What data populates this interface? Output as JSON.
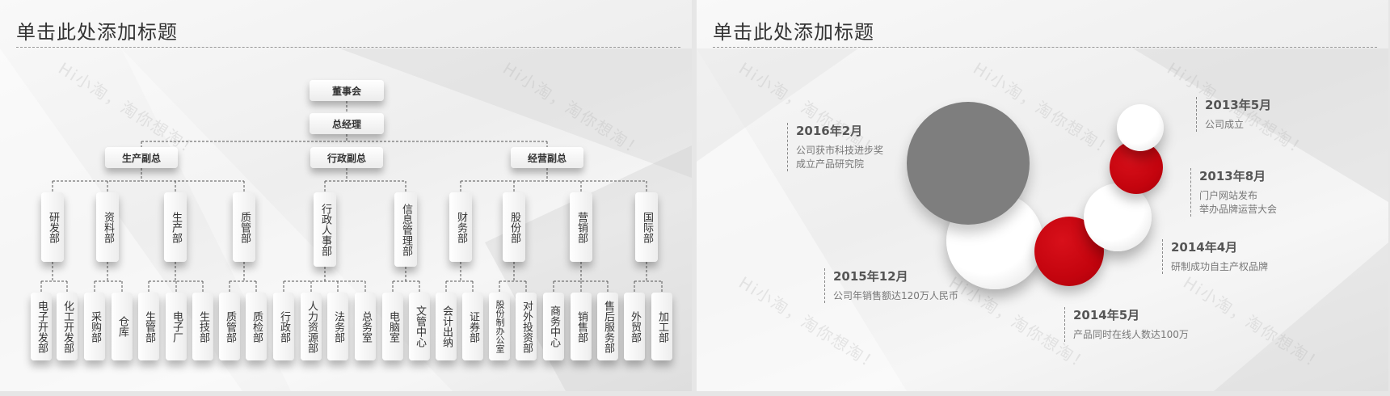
{
  "left": {
    "title": "单击此处添加标题",
    "watermark": "Hi小淘，淘你想淘！",
    "top": [
      "董事会",
      "总经理"
    ],
    "vps": [
      "生产副总",
      "行政副总",
      "经营副总"
    ],
    "depts": [
      "研发部",
      "资料部",
      "生产部",
      "质管部",
      "行政人事部",
      "信息管理部",
      "财务部",
      "股份部",
      "营销部",
      "国际部"
    ],
    "leaves": [
      "电子开发部",
      "化工开发部",
      "采购部",
      "仓库",
      "生管部",
      "电子厂",
      "生技部",
      "质管部",
      "质检部",
      "行政部",
      "人力资源部",
      "法务部",
      "总务室",
      "电脑室",
      "文管中心",
      "会计出纳",
      "证券部",
      "股份制办公室",
      "对外投资部",
      "商务中心",
      "销售部",
      "售后服务部",
      "外贸部",
      "加工部"
    ]
  },
  "right": {
    "title": "单击此处添加标题",
    "watermark": "Hi小淘，淘你想淘！",
    "colors": {
      "red": "#c4040e",
      "gray": "#7e7e7e",
      "white": "#ffffff"
    },
    "timeline": [
      {
        "date": "2013年5月",
        "desc": [
          "公司成立"
        ]
      },
      {
        "date": "2013年8月",
        "desc": [
          "门户网站发布",
          "举办品牌运营大会"
        ]
      },
      {
        "date": "2014年4月",
        "desc": [
          "研制成功自主产权品牌"
        ]
      },
      {
        "date": "2014年5月",
        "desc": [
          "产品同时在线人数达100万"
        ]
      },
      {
        "date": "2015年12月",
        "desc": [
          "公司年销售额达120万人民币"
        ]
      },
      {
        "date": "2016年2月",
        "desc": [
          "公司获市科技进步奖",
          "成立产品研究院"
        ]
      }
    ]
  }
}
